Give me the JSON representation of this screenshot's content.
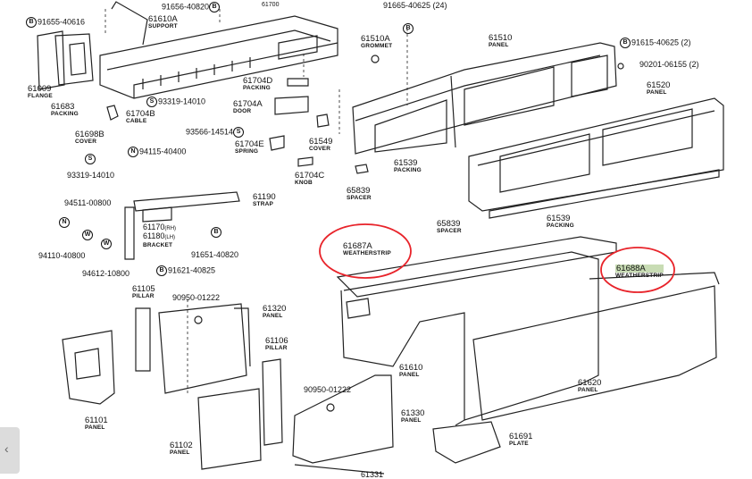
{
  "labels": {
    "p91655": "91655-40616",
    "p61610A": "61610A",
    "p61610A_d": "SUPPORT",
    "p91656": "91656-40820",
    "p61009": "61009",
    "p61009_d": "FLANGE",
    "p61683": "61683",
    "p61683_d": "PACKING",
    "p61704B": "61704B",
    "p61704B_d": "CABLE",
    "p61698B": "61698B",
    "p61698B_d": "COVER",
    "p93319a": "93319-14010",
    "p93566": "93566-14514",
    "p94115": "94115-40400",
    "p93319b": "93319-14010",
    "p61704D": "61704D",
    "p61704D_d": "PACKING",
    "p61704A": "61704A",
    "p61704A_d": "DOOR",
    "p61704E": "61704E",
    "p61704E_d": "SPRING",
    "p61549": "61549",
    "p61549_d": "COVER",
    "p61704C": "61704C",
    "p61704C_d": "KNOB",
    "p65839a": "65839",
    "p65839a_d": "SPACER",
    "p91665": "91665-40625 (24)",
    "p61510A": "61510A",
    "p61510A_d": "GROMMET",
    "p61510": "61510",
    "p61510_d": "PANEL",
    "p91615": "91615-40625 (2)",
    "p90201": "90201-06155 (2)",
    "p61520": "61520",
    "p61520_d": "PANEL",
    "p61539a": "61539",
    "p61539a_d": "PACKING",
    "p61539b": "61539",
    "p61539b_d": "PACKING",
    "p65839b": "65839",
    "p65839b_d": "SPACER",
    "p94511": "94511-00800",
    "p61190": "61190",
    "p61190_d": "STRAP",
    "p61170": "61170",
    "p61170_s": "(RH)",
    "p61180": "61180",
    "p61180_s": "(LH)",
    "p61180_d": "BRACKET",
    "p91651": "91651-40820",
    "p94110": "94110-40800",
    "p94612": "94612-10800",
    "p91621": "91621-40825",
    "p61687A": "61687A",
    "p61687A_d": "WEATHERSTRIP",
    "p61688A": "61688A",
    "p61688A_d": "WEATHERSTRIP",
    "p61105": "61105",
    "p61105_d": "PILLAR",
    "p90950a": "90950-01222",
    "p61320": "61320",
    "p61320_d": "PANEL",
    "p61106": "61106",
    "p61106_d": "PILLAR",
    "p61101": "61101",
    "p61101_d": "PANEL",
    "p61102": "61102",
    "p61102_d": "PANEL",
    "p90950b": "90950-01222",
    "p61610": "61610",
    "p61610_d": "PANEL",
    "p61330": "61330",
    "p61330_d": "PANEL",
    "p61620": "61620",
    "p61620_d": "PANEL",
    "p61691": "61691",
    "p61691_d": "PLATE",
    "p61331": "61331",
    "p61700": "61700",
    "b": "B",
    "s": "S",
    "n": "N",
    "w": "W"
  },
  "colors": {
    "ink": "#222222",
    "highlight_circle": "#e8232a",
    "highlight_fill": "#c8dcb4"
  },
  "icons": {
    "scroll": "chevron-left-icon"
  }
}
